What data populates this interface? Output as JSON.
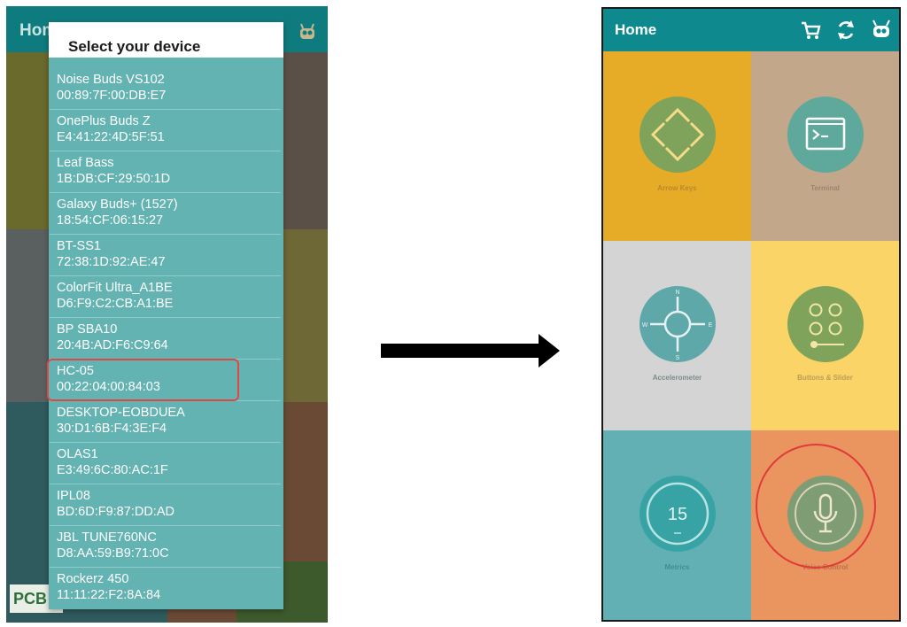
{
  "left_screen": {
    "header_title": "Home",
    "dialog_title": "Select your device",
    "logo_text": "PCB",
    "devices": [
      {
        "name": "Noise Buds VS102",
        "address": "00:89:7F:00:DB:E7"
      },
      {
        "name": "OnePlus Buds Z",
        "address": "E4:41:22:4D:5F:51"
      },
      {
        "name": "Leaf Bass",
        "address": "1B:DB:CF:29:50:1D"
      },
      {
        "name": "Galaxy Buds+ (1527)",
        "address": "18:54:CF:06:15:27"
      },
      {
        "name": "BT-SS1",
        "address": "72:38:1D:92:AE:47"
      },
      {
        "name": "ColorFit Ultra_A1BE",
        "address": "D6:F9:C2:CB:A1:BE"
      },
      {
        "name": "BP SBA10",
        "address": "20:4B:AD:F6:C9:64"
      },
      {
        "name": "HC-05",
        "address": "00:22:04:00:84:03"
      },
      {
        "name": "DESKTOP-EOBDUEA",
        "address": "30:D1:6B:F4:3E:F4"
      },
      {
        "name": "OLAS1",
        "address": "E3:49:6C:80:AC:1F"
      },
      {
        "name": "IPL08",
        "address": "BD:6D:F9:87:DD:AD"
      },
      {
        "name": "JBL TUNE760NC",
        "address": "D8:AA:59:B9:71:0C"
      },
      {
        "name": "Rockerz 450",
        "address": "11:11:22:F2:8A:84"
      }
    ],
    "selected_device": "HC-05"
  },
  "right_screen": {
    "header_title": "Home",
    "header_icons": [
      "cart-icon",
      "refresh-icon",
      "bot-icon"
    ],
    "tiles": [
      {
        "label": "Arrow Keys",
        "icon": "arrow-keys-icon",
        "bg": "#e6ac27",
        "circle": "#7fa35a",
        "label_color": "#b9892a"
      },
      {
        "label": "Terminal",
        "icon": "terminal-icon",
        "bg": "#c2a78a",
        "circle": "#5fa89c",
        "label_color": "#9b8570"
      },
      {
        "label": "Accelerometer",
        "icon": "accelerometer-icon",
        "bg": "#d4d4d4",
        "circle": "#5fa8aa",
        "label_color": "#7c8c8c"
      },
      {
        "label": "Buttons & Slider",
        "icon": "buttons-slider-icon",
        "bg": "#fbd468",
        "circle": "#7fa35a",
        "label_color": "#b99e58"
      },
      {
        "label": "Metrics",
        "icon": "metrics-icon",
        "bg": "#62b0b3",
        "circle": "#37a3a5",
        "label_color": "#3f8f92",
        "value": "15"
      },
      {
        "label": "Voice Control",
        "icon": "microphone-icon",
        "bg": "#ea9460",
        "circle": "#7f9d74",
        "label_color": "#b9714b"
      }
    ]
  }
}
